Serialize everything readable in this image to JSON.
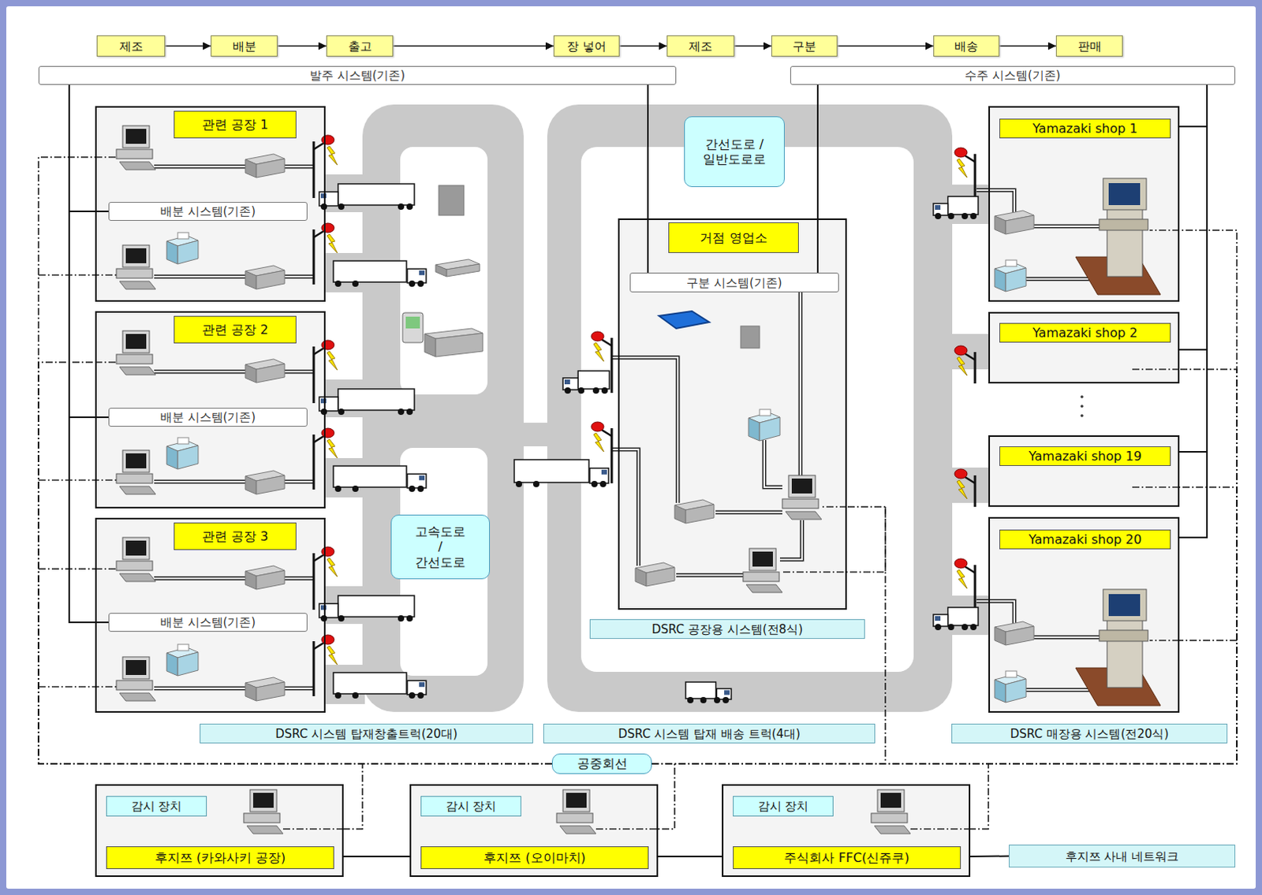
{
  "diagram": {
    "nodes": [
      {
        "text": [
          "제조"
        ]
      },
      {
        "text": [
          "배분"
        ]
      },
      {
        "text": [
          "출고"
        ]
      },
      {
        "text": [
          "장 넣어"
        ]
      },
      {
        "text": [
          "제조"
        ]
      },
      {
        "text": [
          "구분"
        ]
      },
      {
        "text": [
          "배송"
        ]
      },
      {
        "text": [
          "판매"
        ]
      },
      {
        "text": [
          "발주 시스템(기존)"
        ]
      },
      {
        "text": [
          "수주 시스템(기존)"
        ]
      },
      {
        "text": [
          "관련 공장 1"
        ]
      },
      {
        "text": [
          "배분 시스템(기존)"
        ],
        "in": 10
      },
      {
        "text": [
          "관련 공장 2"
        ]
      },
      {
        "text": [
          "배분 시스템(기존)"
        ],
        "in": 12
      },
      {
        "text": [
          "관련 공장 3"
        ]
      },
      {
        "text": [
          "배분 시스템(기존)"
        ],
        "in": 14
      },
      {
        "text": [
          "간선도로 / 일반도로로"
        ]
      },
      {
        "text": [
          "고속도로 / 간선도로"
        ]
      },
      {
        "text": [
          "거점 영업소"
        ]
      },
      {
        "text": [
          "구분 시스템(기존)"
        ],
        "in": 18
      },
      {
        "text": [
          "Yamazaki shop 1"
        ]
      },
      {
        "text": [
          "Yamazaki shop 2"
        ]
      },
      {
        "text": [
          "Yamazaki shop 19"
        ]
      },
      {
        "text": [
          "Yamazaki shop 20"
        ]
      },
      {
        "text": [
          "DSRC 시스템 탑재창출트럭(20대)"
        ]
      },
      {
        "text": [
          "DSRC 시스템 탑재 배송 트럭(4대)"
        ]
      },
      {
        "text": [
          "DSRC 공장용 시스템(전8식)"
        ]
      },
      {
        "text": [
          "DSRC 매장용 시스템(전20식)"
        ]
      },
      {
        "text": [
          "공중회선"
        ]
      },
      {
        "text": [
          "감시 장치",
          "후지쯔 (카와사키 공장)"
        ]
      },
      {
        "text": [
          "감시 장치",
          "후지쯔 (오이마치)"
        ]
      },
      {
        "text": [
          "감시 장치",
          "주식회사 FFC(신쥬쿠)"
        ]
      },
      {
        "text": [
          "후지쯔 사내 네트워크"
        ]
      }
    ],
    "edges": [
      {
        "from": 0,
        "to": 1,
        "arrow": "to"
      },
      {
        "from": 1,
        "to": 2,
        "arrow": "to"
      },
      {
        "from": 2,
        "to": 3,
        "arrow": "to"
      },
      {
        "from": 3,
        "to": 4,
        "arrow": "to"
      },
      {
        "from": 4,
        "to": 5,
        "arrow": "to"
      },
      {
        "from": 5,
        "to": 6,
        "arrow": "to"
      },
      {
        "from": 6,
        "to": 7,
        "arrow": "to"
      },
      {
        "from": 8,
        "to": 11,
        "arrow": "none"
      },
      {
        "from": 8,
        "to": 13,
        "arrow": "none"
      },
      {
        "from": 8,
        "to": 15,
        "arrow": "none"
      },
      {
        "from": 8,
        "to": 19,
        "arrow": "none"
      },
      {
        "from": 9,
        "to": 19,
        "arrow": "none"
      },
      {
        "from": 9,
        "to": 20,
        "arrow": "none"
      },
      {
        "from": 9,
        "to": 21,
        "arrow": "none"
      },
      {
        "from": 9,
        "to": 22,
        "arrow": "none"
      },
      {
        "from": 9,
        "to": 23,
        "arrow": "none"
      },
      {
        "from": 29,
        "to": 30,
        "arrow": "none"
      },
      {
        "from": 30,
        "to": 31,
        "arrow": "none"
      },
      {
        "from": 31,
        "to": 32,
        "arrow": "none"
      },
      {
        "from": 28,
        "to": 10,
        "arrow": "none"
      },
      {
        "from": 28,
        "to": 12,
        "arrow": "none"
      },
      {
        "from": 28,
        "to": 14,
        "arrow": "none"
      },
      {
        "from": 28,
        "to": 29,
        "arrow": "none"
      },
      {
        "from": 28,
        "to": 30,
        "arrow": "none"
      },
      {
        "from": 28,
        "to": 18,
        "arrow": "none"
      },
      {
        "from": 28,
        "to": 31,
        "arrow": "none"
      },
      {
        "from": 28,
        "to": 20,
        "arrow": "none"
      },
      {
        "from": 28,
        "to": 21,
        "arrow": "none"
      },
      {
        "from": 28,
        "to": 22,
        "arrow": "none"
      },
      {
        "from": 28,
        "to": 23,
        "arrow": "none"
      }
    ]
  }
}
